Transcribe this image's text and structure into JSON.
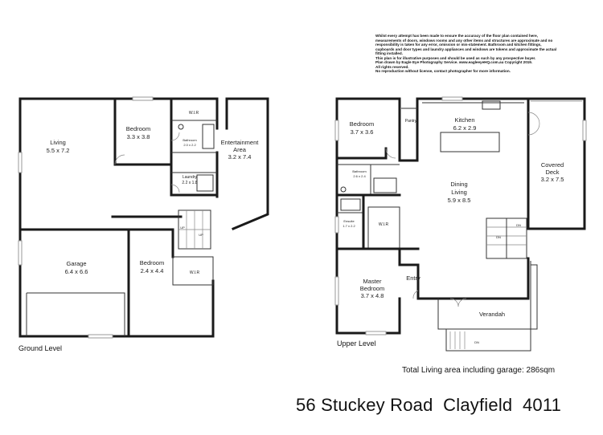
{
  "disclaimer": [
    "Whilst every attempt has been made to ensure the accuracy of the floor plan contained here,",
    "measurements of doors, windows rooms and any other items and structures are approximate and no",
    "responsibility is taken for any error, omission or mis-statement. Bathroom and kitchen fittings,",
    "cupboards and door types and laundry appliances and windows are tokens and approximate the actual",
    "fitting installed.",
    "This plan is for illustrative purposes and should be used as such by any prospective buyer.",
    "Plan drawn by Eagle Eye Photography Service. www.eagleeyeHQ.com.au Copyright 2019.",
    "All rights reserved.",
    "No reproduction without license, contact photographer for more information."
  ],
  "ground_level": {
    "title": "Ground Level",
    "rooms": {
      "living": {
        "name": "Living",
        "size": "5.5 x 7.2"
      },
      "bedroom1": {
        "name": "Bedroom",
        "size": "3.3 x 3.8"
      },
      "wir1": {
        "name": "W.I.R"
      },
      "bathroom": {
        "name": "Bathroom",
        "size": "2.0 x 2.2"
      },
      "entertainment": {
        "name1": "Entertainment",
        "name2": "Area",
        "size": "3.2 x 7.4"
      },
      "laundry": {
        "name": "Laundry",
        "size": "2.2 x 1.8"
      },
      "garage": {
        "name": "Garage",
        "size": "6.4 x 6.6"
      },
      "bedroom2": {
        "name": "Bedroom",
        "size": "2.4 x 4.4"
      },
      "wir2": {
        "name": "W.I.R"
      }
    },
    "up1": "UP",
    "up2": "UP"
  },
  "upper_level": {
    "title": "Upper Level",
    "rooms": {
      "bedroom": {
        "name": "Bedroom",
        "size": "3.7 x 3.6"
      },
      "pantry": {
        "name": "Pantry"
      },
      "kitchen": {
        "name": "Kitchen",
        "size": "6.2 x 2.9"
      },
      "covered_deck": {
        "name1": "Covered",
        "name2": "Deck",
        "size": "3.2 x 7.5"
      },
      "bathroom": {
        "name": "Bathroom",
        "size": "2.6 x 2.4"
      },
      "dining": {
        "name1": "Dining",
        "name2": "Living",
        "size": "5.9 x 8.5"
      },
      "ensuite": {
        "name": "Ensuite",
        "size": "1.7 x 2.2"
      },
      "wir": {
        "name": "W.I.R"
      },
      "master": {
        "name1": "Master",
        "name2": "Bedroom",
        "size": "3.7 x 4.8"
      },
      "entry": {
        "name": "Entry"
      },
      "verandah": {
        "name": "Verandah"
      }
    },
    "dn1": "DN",
    "dn2": "DN",
    "dn3": "DN"
  },
  "total_area": "Total Living area including garage: 286sqm",
  "address": "56 Stuckey Road  Clayfield  4011"
}
